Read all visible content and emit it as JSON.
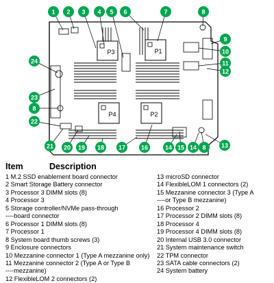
{
  "colors": {
    "callout": "#00a64f",
    "callout_text": "#ffffff",
    "board_line": "#000000",
    "board_fill": "#ffffff"
  },
  "processor_labels": [
    "P1",
    "P2",
    "P3",
    "P4"
  ],
  "callouts": {
    "top": [
      "1",
      "2",
      "3",
      "4",
      "5",
      "6",
      "7",
      "8"
    ],
    "right": [
      "9",
      "10",
      "11",
      "12",
      "13"
    ],
    "left": [
      "24",
      "23",
      "8",
      "22"
    ],
    "bottom": [
      "21",
      "20",
      "19",
      "18",
      "17",
      "16",
      "14",
      "15",
      "14",
      "8"
    ]
  },
  "legend": {
    "header_item": "Item",
    "header_description": "Description",
    "left_column": [
      "1 M.2 SSD enablement board connector",
      "2 Smart Storage Battery connector",
      "3 Processor 3 DIMM slots (8)",
      "4 Processor 3",
      "5 Storage controller/NVMe pass-through",
      "----board connector",
      "6 Processor 1 DIMM slots (8)",
      "7 Processor 1",
      "8 System board thumb screws (3)",
      "9 Enclosure connectors",
      "10 Mezzanine connector 1 (Type A mezzanine only)",
      "11 Mezzanine connector 2 (Type A or Type B",
      "----mezzanine)",
      "12 FlexibleLOM 2 connectors (2)"
    ],
    "right_column": [
      "13 microSD connector",
      "14 FlexibleLOM 1 connectors (2)",
      "15 Mezzanine connector 3 (Type A",
      "----or Type B mezzanine)",
      "16 Processor 2",
      "17 Processor 2 DIMM slots (8)",
      "18 Processor 4",
      "19 Processor 4 DIMM slots (8)",
      "20 Internal USB 3.0 connector",
      "21 System maintenance switch",
      "22 TPM connector",
      "23 SATA cable connectors (2)",
      "24 System battery"
    ]
  }
}
